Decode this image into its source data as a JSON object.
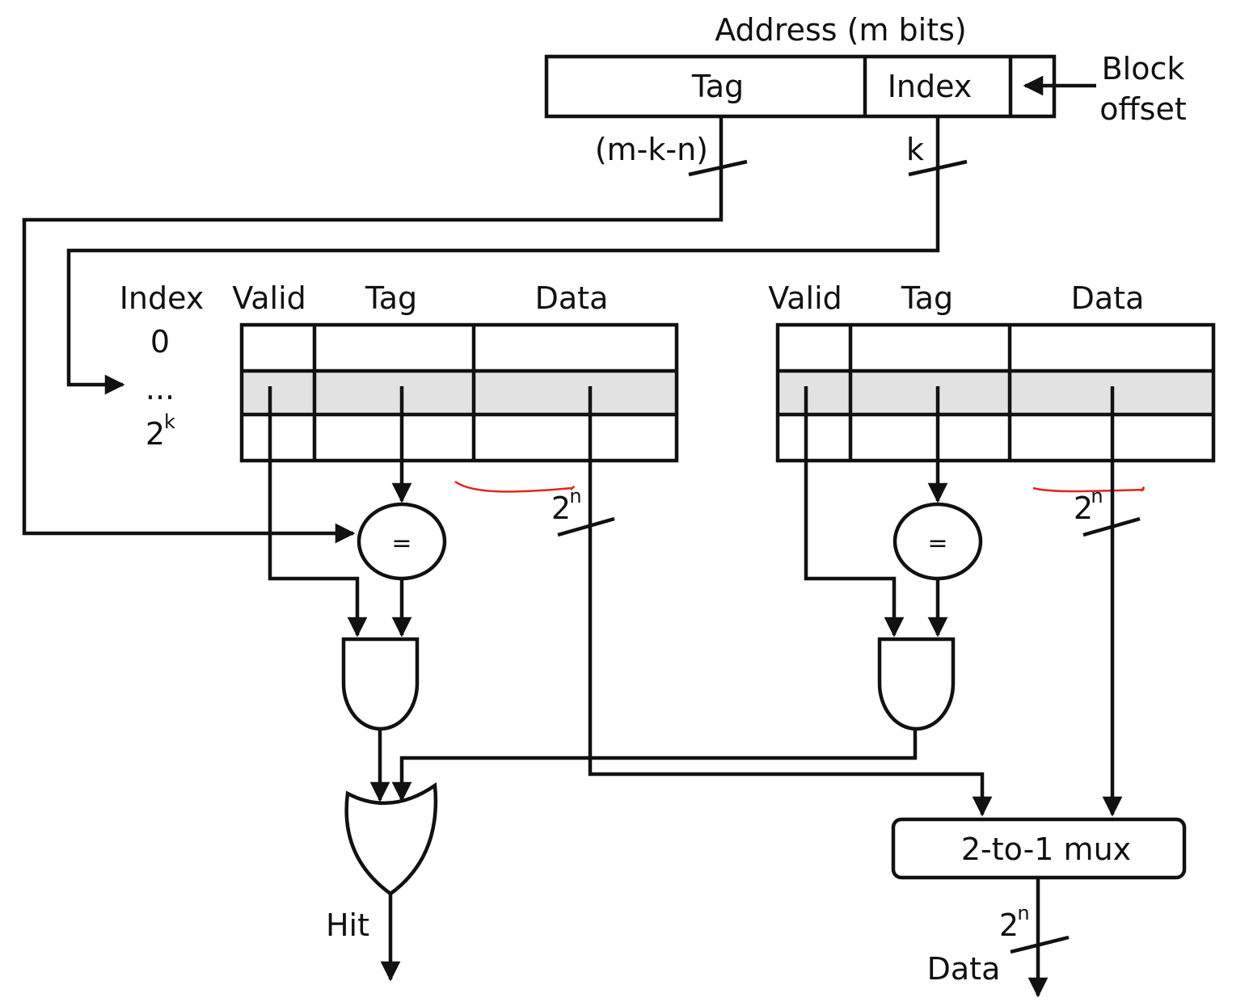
{
  "address": {
    "title": "Address (m bits)",
    "fields": [
      "Tag",
      "Index"
    ],
    "block_offset_line1": "Block",
    "block_offset_line2": "offset"
  },
  "bus_labels": {
    "tag_width": "(m-k-n)",
    "index_width": "k",
    "data_width_base": "2",
    "data_width_exp": "n"
  },
  "index_column": {
    "header": "Index",
    "first": "0",
    "ellipsis": "...",
    "last_base": "2",
    "last_exp": "k"
  },
  "ways": [
    {
      "headers": [
        "Valid",
        "Tag",
        "Data"
      ],
      "comparator": "="
    },
    {
      "headers": [
        "Valid",
        "Tag",
        "Data"
      ],
      "comparator": "="
    }
  ],
  "mux_label": "2-to-1 mux",
  "outputs": {
    "hit": "Hit",
    "data": "Data"
  },
  "colors": {
    "line": "#111111",
    "selected_row": "#e2e2e2",
    "annotation": "#e0261b"
  }
}
